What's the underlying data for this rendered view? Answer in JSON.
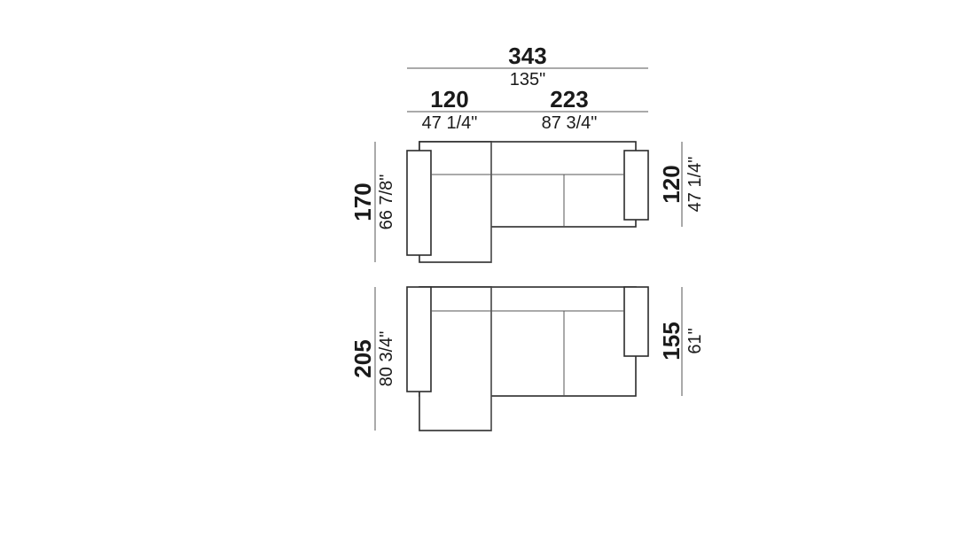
{
  "diagram": {
    "overall_width": {
      "cm": "343",
      "in": "135\""
    },
    "chaise_width": {
      "cm": "120",
      "in": "47 1/4\""
    },
    "sofa_width": {
      "cm": "223",
      "in": "87 3/4\""
    },
    "top_view_left_depth": {
      "cm": "170",
      "in": "66 7/8\""
    },
    "top_view_right_depth": {
      "cm": "120",
      "in": "47 1/4\""
    },
    "bottom_view_left_depth": {
      "cm": "205",
      "in": "80 3/4\""
    },
    "bottom_view_right_depth": {
      "cm": "155",
      "in": "61\""
    }
  },
  "colors": {
    "outline": "#2b2b2b",
    "dimension_line": "#555555",
    "text": "#1a1a1a"
  }
}
